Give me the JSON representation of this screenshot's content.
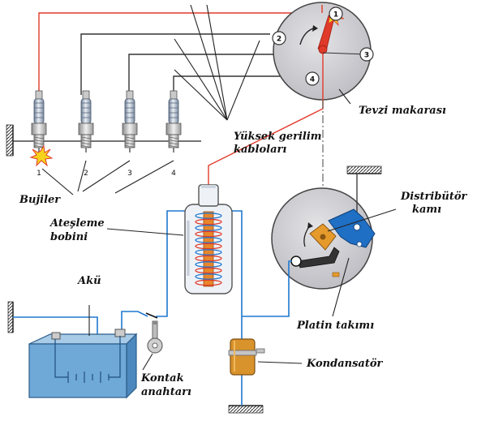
{
  "labels": {
    "tevzi_makarasi": "Tevzi makarası",
    "yuksek_gerilim_1": "Yüksek gerilim",
    "yuksek_gerilim_2": "kabloları",
    "bujiler": "Bujiler",
    "distributor_1": "Distribütör",
    "distributor_2": "kamı",
    "atesleme_1": "Ateşleme",
    "atesleme_2": "bobini",
    "aku": "Akü",
    "platin": "Platin takımı",
    "kontak_1": "Kontak",
    "kontak_2": "anahtarı",
    "kondansator": "Kondansatör"
  },
  "plug_numbers": [
    "1",
    "2",
    "3",
    "4"
  ],
  "rotor_terminals": [
    "1",
    "2",
    "3",
    "4"
  ],
  "colors": {
    "high_voltage_wire": "#e03a2a",
    "low_voltage_wire": "#1f78d0",
    "cable": "#333333",
    "distributor_body": "#d3d3d6",
    "coil_core": "#e8862a",
    "battery": "#6fa9d8",
    "condenser": "#d9932c"
  }
}
